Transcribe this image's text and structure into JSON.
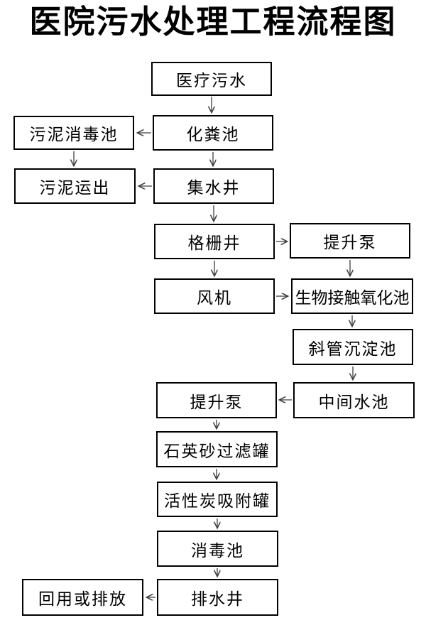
{
  "title": "医院污水处理工程流程图",
  "colors": {
    "background": "#ffffff",
    "box_border": "#000000",
    "text": "#000000",
    "arrow": "#3f3f3f"
  },
  "diagram": {
    "type": "flowchart",
    "nodes": [
      {
        "id": "medical-sewage",
        "label": "医疗污水"
      },
      {
        "id": "septic-tank",
        "label": "化粪池"
      },
      {
        "id": "sludge-disinfection-tank",
        "label": "污泥消毒池"
      },
      {
        "id": "sludge-transport-out",
        "label": "污泥运出"
      },
      {
        "id": "collecting-well",
        "label": "集水井"
      },
      {
        "id": "grate-well",
        "label": "格栅井"
      },
      {
        "id": "lift-pump-upper",
        "label": "提升泵"
      },
      {
        "id": "fan",
        "label": "风机"
      },
      {
        "id": "bio-contact-oxidation-tank",
        "label": "生物接触氧化池"
      },
      {
        "id": "inclined-tube-sedimentation-tank",
        "label": "斜管沉淀池"
      },
      {
        "id": "intermediate-water-tank",
        "label": "中间水池"
      },
      {
        "id": "lift-pump-lower",
        "label": "提升泵"
      },
      {
        "id": "quartz-sand-filter-tank",
        "label": "石英砂过滤罐"
      },
      {
        "id": "activated-carbon-adsorption-tank",
        "label": "活性炭吸附罐"
      },
      {
        "id": "disinfection-tank",
        "label": "消毒池"
      },
      {
        "id": "drain-well",
        "label": "排水井"
      },
      {
        "id": "reuse-or-discharge",
        "label": "回用或排放"
      }
    ],
    "edges": [
      {
        "from": "medical-sewage",
        "to": "septic-tank"
      },
      {
        "from": "septic-tank",
        "to": "sludge-disinfection-tank"
      },
      {
        "from": "sludge-disinfection-tank",
        "to": "sludge-transport-out"
      },
      {
        "from": "septic-tank",
        "to": "collecting-well"
      },
      {
        "from": "collecting-well",
        "to": "sludge-transport-out"
      },
      {
        "from": "collecting-well",
        "to": "grate-well"
      },
      {
        "from": "grate-well",
        "to": "lift-pump-upper"
      },
      {
        "from": "grate-well",
        "to": "fan"
      },
      {
        "from": "lift-pump-upper",
        "to": "bio-contact-oxidation-tank"
      },
      {
        "from": "fan",
        "to": "bio-contact-oxidation-tank"
      },
      {
        "from": "bio-contact-oxidation-tank",
        "to": "inclined-tube-sedimentation-tank"
      },
      {
        "from": "inclined-tube-sedimentation-tank",
        "to": "intermediate-water-tank"
      },
      {
        "from": "intermediate-water-tank",
        "to": "lift-pump-lower"
      },
      {
        "from": "lift-pump-lower",
        "to": "quartz-sand-filter-tank"
      },
      {
        "from": "quartz-sand-filter-tank",
        "to": "activated-carbon-adsorption-tank"
      },
      {
        "from": "activated-carbon-adsorption-tank",
        "to": "disinfection-tank"
      },
      {
        "from": "disinfection-tank",
        "to": "drain-well"
      },
      {
        "from": "drain-well",
        "to": "reuse-or-discharge"
      }
    ]
  }
}
